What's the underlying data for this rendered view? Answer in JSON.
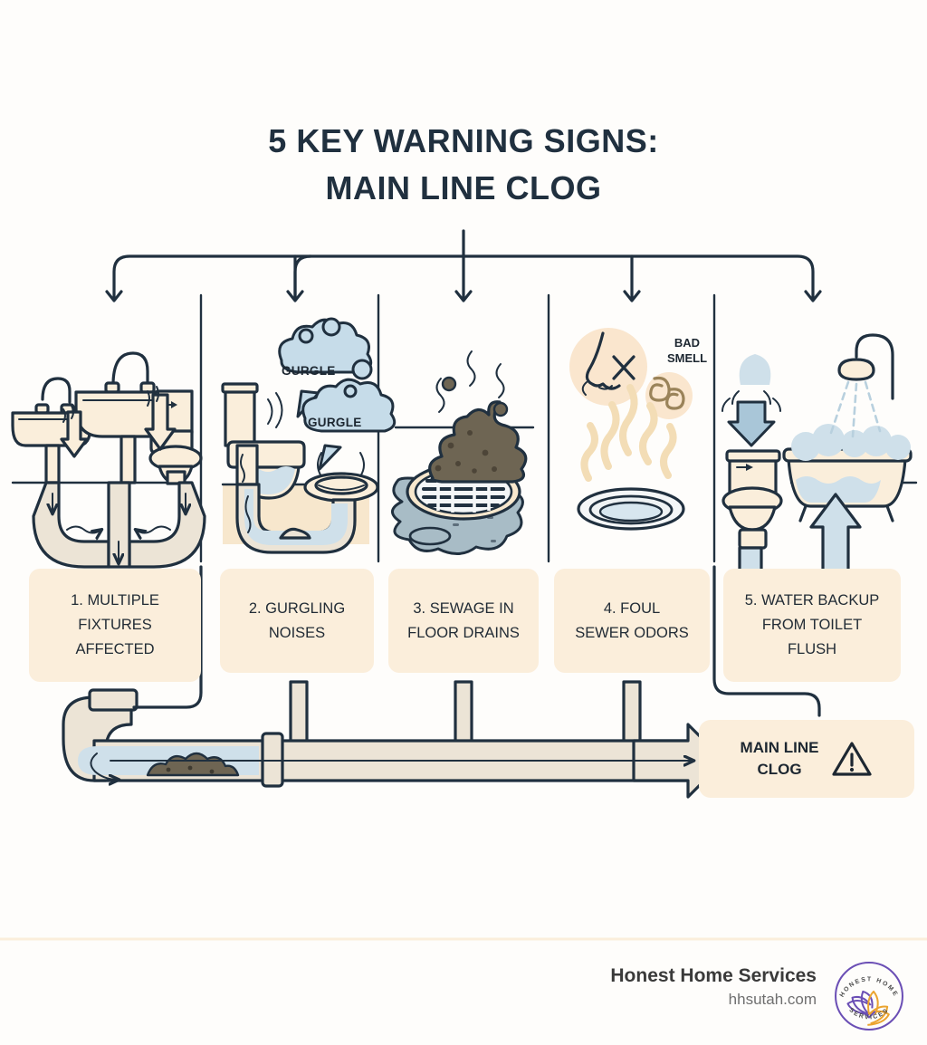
{
  "title": {
    "line1": "5 KEY WARNING SIGNS:",
    "line2": "MAIN LINE CLOG"
  },
  "colors": {
    "ink": "#20303f",
    "cream": "#fbeedb",
    "cream_fill": "#faeedb",
    "pipe_fill": "#f7e7cd",
    "water_blue": "#cfe0ea",
    "bubble_blue": "#c6dce9",
    "sludge": "#6b6350",
    "brand_purple": "#6b4fb5",
    "brand_gold": "#eba42f",
    "page_bg": "#fefdfb"
  },
  "steps": [
    {
      "id": 1,
      "label": "1. MULTIPLE\nFIXTURES\nAFFECTED",
      "icon": "sinks-and-toilet-draining-icon"
    },
    {
      "id": 2,
      "label": "2. GURGLING\nNOISES",
      "icon": "gurgling-toilet-drain-icon"
    },
    {
      "id": 3,
      "label": "3. SEWAGE IN\nFLOOR DRAINS",
      "icon": "floor-drain-sewage-icon"
    },
    {
      "id": 4,
      "label": "4. FOUL\nSEWER ODORS",
      "icon": "bad-smell-nose-icon"
    },
    {
      "id": 5,
      "label": "5. WATER BACKUP\nFROM TOILET\nFLUSH",
      "icon": "toilet-tub-backup-icon"
    }
  ],
  "panel2": {
    "bubble1": "GURGLE",
    "bubble2": "GURGLE"
  },
  "panel4": {
    "bad_smell": "BAD\nSMELL"
  },
  "result": {
    "label": "MAIN LINE\nCLOG",
    "icon": "warning-triangle-icon"
  },
  "footer": {
    "brand": "Honest Home Services",
    "url": "hhsutah.com",
    "logo_top_arc": "HONEST HOME",
    "logo_bottom_arc": "SERVICES",
    "logo_icon": "lotus-logo-icon"
  }
}
